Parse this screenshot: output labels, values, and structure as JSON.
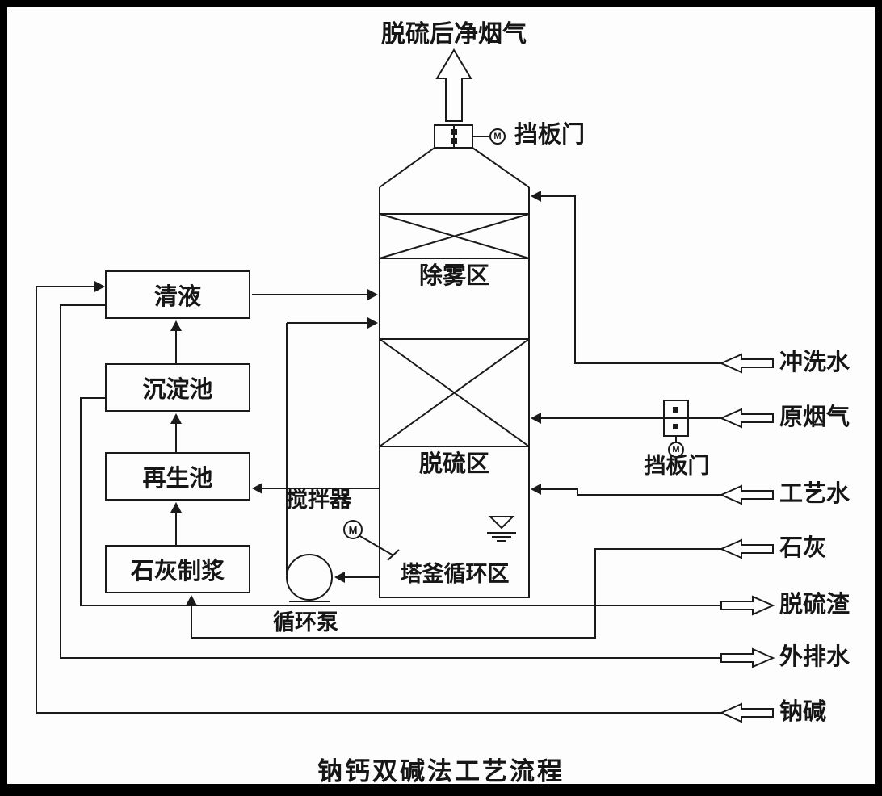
{
  "title": "钠钙双碱法工艺流程",
  "tower": {
    "outlet_label": "脱硫后净烟气",
    "zones": {
      "demister": "除雾区",
      "desulfurization": "脱硫区",
      "sump": "塔釜循环区"
    }
  },
  "dampers": {
    "top_label": "挡板门",
    "inlet_label": "挡板门",
    "motor_symbol": "M"
  },
  "equipment": {
    "agitator_label": "搅拌器",
    "agitator_motor": "M",
    "pump_label": "循环泵"
  },
  "tanks": [
    {
      "id": "clear-liquid",
      "label": "清液"
    },
    {
      "id": "sedimentation-pool",
      "label": "沉淀池"
    },
    {
      "id": "regeneration-pool",
      "label": "再生池"
    },
    {
      "id": "lime-slurry",
      "label": "石灰制浆"
    }
  ],
  "streams": {
    "inputs": [
      {
        "id": "flushing-water",
        "label": "冲洗水"
      },
      {
        "id": "raw-flue-gas",
        "label": "原烟气"
      },
      {
        "id": "process-water",
        "label": "工艺水"
      },
      {
        "id": "lime",
        "label": "石灰"
      },
      {
        "id": "sodium-alkali",
        "label": "钠碱"
      }
    ],
    "outputs": [
      {
        "id": "desulfurization-slag",
        "label": "脱硫渣"
      },
      {
        "id": "drain-water",
        "label": "外排水"
      }
    ]
  },
  "colors": {
    "line": "#1a1a1a",
    "background": "#fdfdfd",
    "frame": "#000000"
  }
}
